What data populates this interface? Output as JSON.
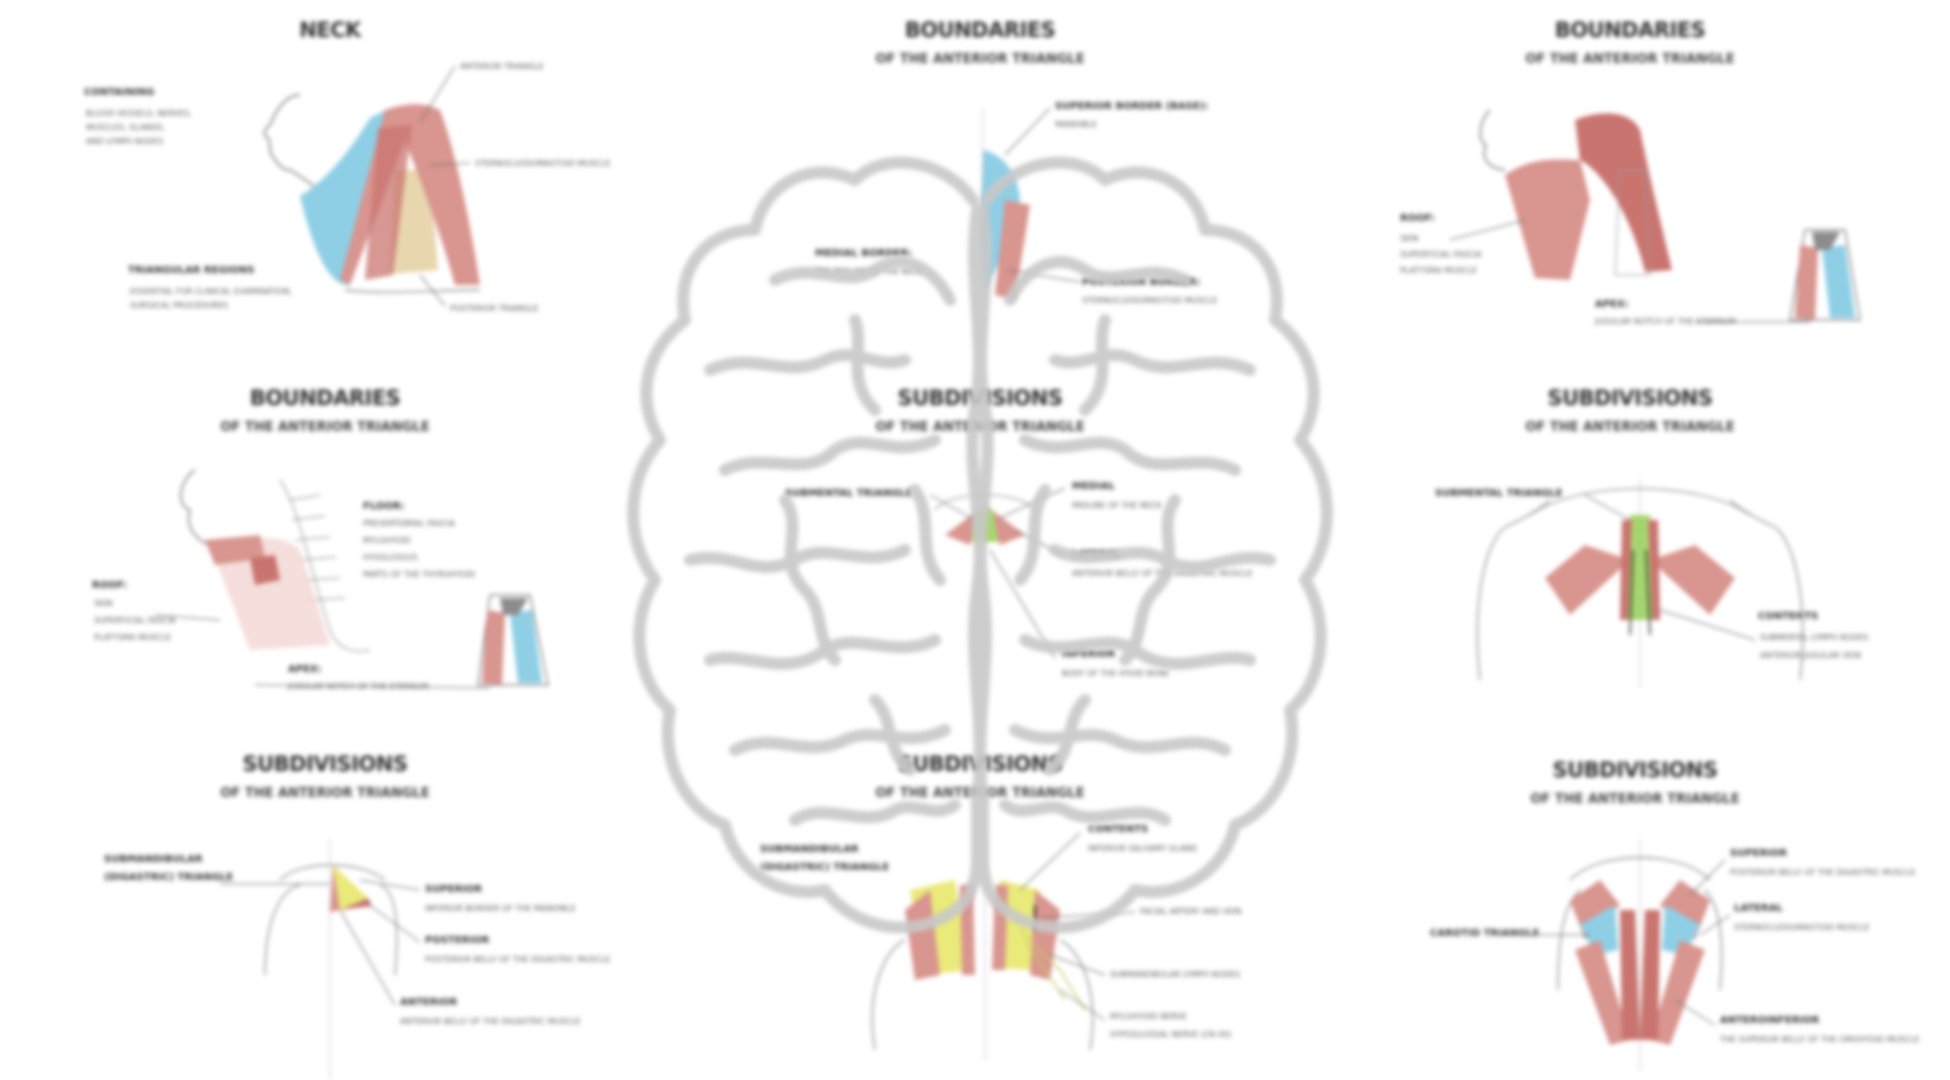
{
  "colors": {
    "muscle": "#d9958f",
    "blue": "#8ecfe6",
    "tan": "#e8d6ae",
    "yellow": "#eaea7a",
    "green": "#a6d86e",
    "line": "#6d6d6d",
    "brain": "#c8c8c8"
  },
  "icons": {
    "brain": "brain-icon"
  },
  "panels": {
    "neck": {
      "title": "NECK",
      "containing": "CONTAINING",
      "containing_items": [
        "BLOOD VESSELS, NERVES,",
        "MUSCLES, GLANDS,",
        "AND LYMPH NODES"
      ],
      "triangular": "TRIANGULAR REGIONS",
      "triangular_items": [
        "ESSENTIAL FOR CLINICAL EXAMINATION,",
        "SURGICAL PROCEDURES"
      ],
      "anterior_triangle": "ANTERIOR TRIANGLE",
      "scm": "STERNOCLEIDOMASTOID MUSCLE",
      "posterior_triangle": "POSTERIOR TRIANGLE"
    },
    "boundaries_center": {
      "title": "BOUNDARIES",
      "subtitle": "OF THE ANTERIOR TRIANGLE",
      "superior": "SUPERIOR BORDER (BASE):",
      "superior_sub": "MANDIBLE",
      "medial": "MEDIAL BORDER:",
      "medial_sub": "THE MIDLINE OF THE NECK",
      "posterior": "POSTERIOR BORDER:",
      "posterior_sub": "STERNOCLEIDOMASTOID MUSCLE"
    },
    "boundaries_right": {
      "title": "BOUNDARIES",
      "subtitle": "OF THE ANTERIOR TRIANGLE",
      "roof": "ROOF:",
      "roof_items": [
        "SKIN",
        "SUPERFICIAL FASCIA",
        "PLATYSMA MUSCLE"
      ],
      "apex": "APEX:",
      "apex_sub": "JUGULAR NOTCH OF THE STERNUM"
    },
    "boundaries_left": {
      "title": "BOUNDARIES",
      "subtitle": "OF THE ANTERIOR TRIANGLE",
      "floor": "FLOOR:",
      "floor_items": [
        "PREVERTEBRAL FASCIA",
        "MYLOHYOID",
        "HYOGLOSSUS",
        "PARTS OF THE THYROHYOID"
      ],
      "roof": "ROOF:",
      "roof_items": [
        "SKIN",
        "SUPERFICIAL FASCIA",
        "PLATYSMA MUSCLE"
      ],
      "apex": "APEX:",
      "apex_sub": "JUGULAR NOTCH OF THE STERNUM"
    },
    "submental_center": {
      "title": "SUBDIVISIONS",
      "subtitle": "OF THE ANTERIOR TRIANGLE",
      "submental": "SUBMENTAL TRIANGLE",
      "medial": "MEDIAL",
      "medial_sub": "MIDLINE OF THE NECK",
      "lateral": "LATERAL",
      "lateral_sub": "ANTERIOR BELLY OF THE DIGASTRIC MUSCLE",
      "inferior": "INFERIOR",
      "inferior_sub": "BODY OF THE HYOID BONE"
    },
    "submental_right": {
      "title": "SUBDIVISIONS",
      "subtitle": "OF THE ANTERIOR TRIANGLE",
      "submental": "SUBMENTAL TRIANGLE",
      "contents": "CONTENTS",
      "contents_items": [
        "SUBMENTAL LYMPH NODES",
        "ANTERIOR JUGULAR VEIN"
      ]
    },
    "submandibular_left": {
      "title": "SUBDIVISIONS",
      "subtitle": "OF THE ANTERIOR TRIANGLE",
      "name": [
        "SUBMANDIBULAR",
        "(DIGASTRIC) TRIANGLE"
      ],
      "superior": "SUPERIOR",
      "superior_sub": "INFERIOR BORDER OF THE MANDIBLE",
      "posterior": "POSTERIOR",
      "posterior_sub": "POSTERIOR BELLY OF THE DIGASTRIC MUSCLE",
      "anterior": "ANTERIOR",
      "anterior_sub": "ANTERIOR BELLY OF THE DIGASTRIC MUSCLE"
    },
    "submandibular_center": {
      "title": "SUBDIVISIONS",
      "subtitle": "OF THE ANTERIOR TRIANGLE",
      "name": [
        "SUBMANDIBULAR",
        "(DIGASTRIC) TRIANGLE"
      ],
      "contents": "CONTENTS",
      "contents_sub": "INFERIOR SALIVARY GLAND",
      "facial": "FACIAL ARTERY AND VEIN",
      "lymph": "SUBMANDIBULAR LYMPH NODES",
      "mylohyoid": "MYLOHYOID NERVE",
      "hypoglossal": "HYPOGLOSSAL NERVE (CN XII)"
    },
    "carotid_right": {
      "title": "SUBDIVISIONS",
      "subtitle": "OF THE ANTERIOR TRIANGLE",
      "carotid": "CAROTID TRIANGLE",
      "superior": "SUPERIOR",
      "superior_sub": "POSTERIOR BELLY OF THE DIGASTRIC MUSCLE",
      "lateral": "LATERAL",
      "lateral_sub": "STERNOCLEIDOMASTOID MUSCLE",
      "anteroinferior": "ANTEROINFERIOR",
      "anteroinferior_sub": "THE SUPERIOR BELLY OF THE OMOHYOID MUSCLE"
    }
  }
}
